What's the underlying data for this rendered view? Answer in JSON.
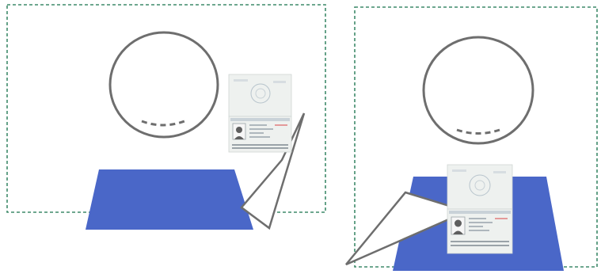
{
  "colors": {
    "frame": "#3f8a6a",
    "outline": "#6e6e6e",
    "shirt": "#4a67c8",
    "passport_paper": "#eef1ef",
    "passport_bar": "#c9d2d8",
    "photo_bg": "#f6f6f6"
  },
  "panels": [
    {
      "name": "left-panel",
      "pose": "passport-held-beside-face"
    },
    {
      "name": "right-panel",
      "pose": "passport-held-below-chin"
    }
  ]
}
